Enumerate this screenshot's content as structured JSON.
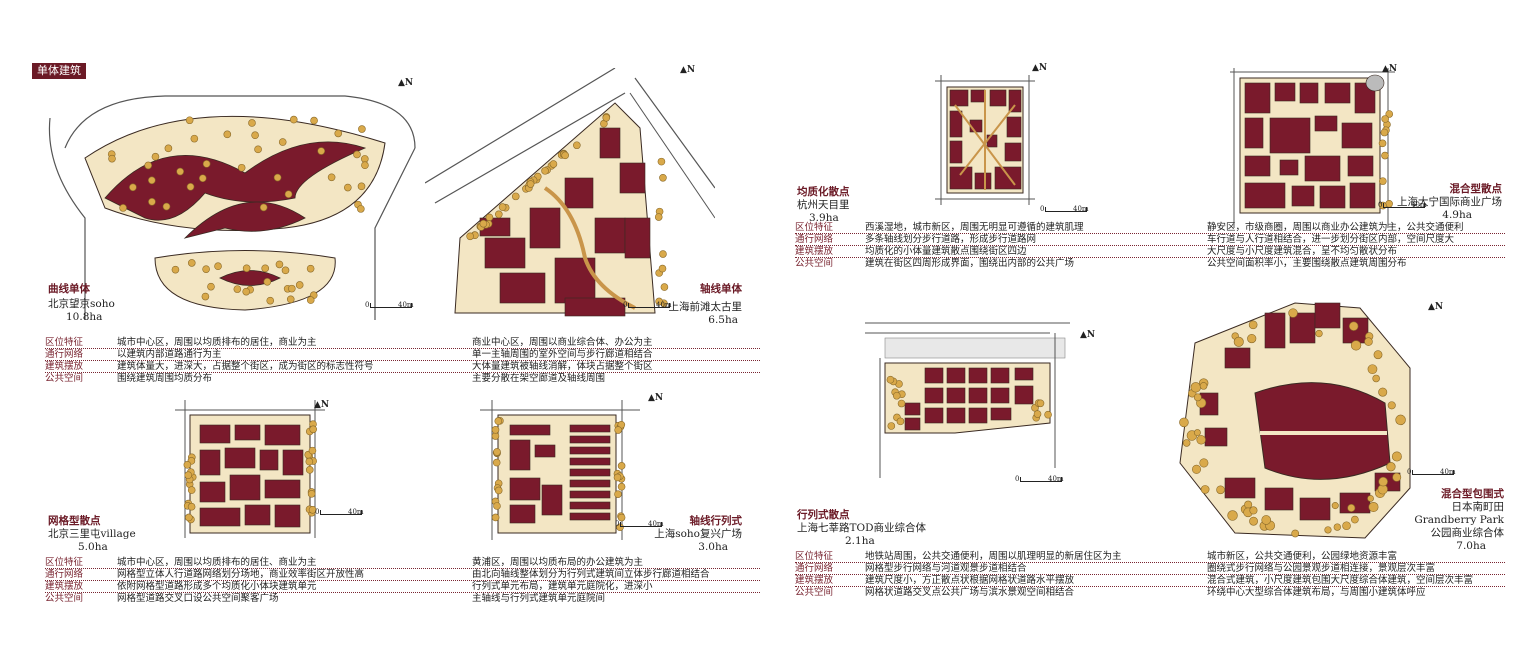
{
  "section_tag": "单体建筑",
  "attribute_keys": [
    "区位特征",
    "通行网络",
    "建筑摆放",
    "公共空间"
  ],
  "scale_text": {
    "zero": "0",
    "unit": "40m"
  },
  "north_text": "N",
  "cases": [
    {
      "id": "wangjing",
      "type": "曲线单体",
      "place": "北京望京soho",
      "area": "10.8ha",
      "attrs": [
        "城市中心区，周围以均质排布的居住，商业为主",
        "以建筑内部道路通行为主",
        "建筑体量大，进深大，占据整个街区，成为街区的标志性符号",
        "围绕建筑周围均质分布"
      ]
    },
    {
      "id": "qiantan",
      "type": "轴线单体",
      "place": "上海前滩太古里",
      "area": "6.5ha",
      "attrs": [
        "商业中心区，周围以商业综合体、办公为主",
        "单一主轴周围的室外空间与步行廊道相结合",
        "大体量建筑被轴线消解，体块占据整个街区",
        "主要分散在架空廊道及轴线周围"
      ]
    },
    {
      "id": "sanlitun",
      "type": "网格型散点",
      "place": "北京三里屯village",
      "area": "5.0ha",
      "attrs": [
        "城市中心区，周围以均质排布的居住、商业为主",
        "网格型立体人行道路网络划分场地，商业效率街区开放性高",
        "依附网格型道路形成多个均质化小体块建筑单元",
        "网格型道路交叉口设公共空间聚客广场"
      ]
    },
    {
      "id": "fuxing",
      "type": "轴线行列式",
      "place": "上海soho复兴广场",
      "area": "3.0ha",
      "attrs": [
        "黄浦区，周围以均质布局的办公建筑为主",
        "由北向轴线整体划分为行列式建筑间立体步行廊道相结合",
        "行列式单元布局，建筑单元庭院化，进深小",
        "主轴线与行列式建筑单元庭院间"
      ]
    },
    {
      "id": "tianmuli",
      "type": "均质化散点",
      "place": "杭州天目里",
      "area": "3.9ha",
      "attrs": [
        "西溪湿地，城市新区，周围无明显可遵循的建筑肌理",
        "多条轴线划分步行道路，形成步行道路网",
        "均质化的小体量建筑散点围绕街区四边",
        "建筑在街区四周形成界面，围绕出内部的公共广场"
      ]
    },
    {
      "id": "daning",
      "type": "混合型散点",
      "place": "上海大宁国际商业广场",
      "area": "4.9ha",
      "attrs": [
        "静安区，市级商圈，周围以商业办公建筑为主，公共交通便利",
        "车行道与人行道相结合，进一步划分街区内部，空间尺度大",
        "大尺度与小尺度建筑混合，呈不均匀散状分布",
        "公共空间面积率小，主要围绕散点建筑周围分布"
      ]
    },
    {
      "id": "qibao",
      "type": "行列式散点",
      "place": "上海七莘路TOD商业综合体",
      "area": "2.1ha",
      "attrs": [
        "地铁站周围，公共交通便利，周围以肌理明显的新居住区为主",
        "网格型步行网络与河道观景步道相结合",
        "建筑尺度小，方正散点状根据网格状道路水平摆放",
        "网格状道路交叉点公共广场与滨水景观空间相结合"
      ]
    },
    {
      "id": "grandberry",
      "type": "混合型包围式",
      "place_lines": [
        "日本南町田",
        "Grandberry Park",
        "公园商业综合体"
      ],
      "area": "7.0ha",
      "attrs": [
        "城市新区，公共交通便利，公园绿地资源丰富",
        "圈绕式步行网络与公园景观步道相连接，景观层次丰富",
        "混合式建筑，小尺度建筑包围大尺度综合体建筑，空间层次丰富",
        "环绕中心大型综合体建筑布局，与周围小建筑体呼应"
      ]
    }
  ],
  "colors": {
    "building": "#7a1a2c",
    "outline": "#3a2a22",
    "tree": "#d9a94a",
    "open": "#f3e6c4",
    "road": "#ffffff"
  }
}
